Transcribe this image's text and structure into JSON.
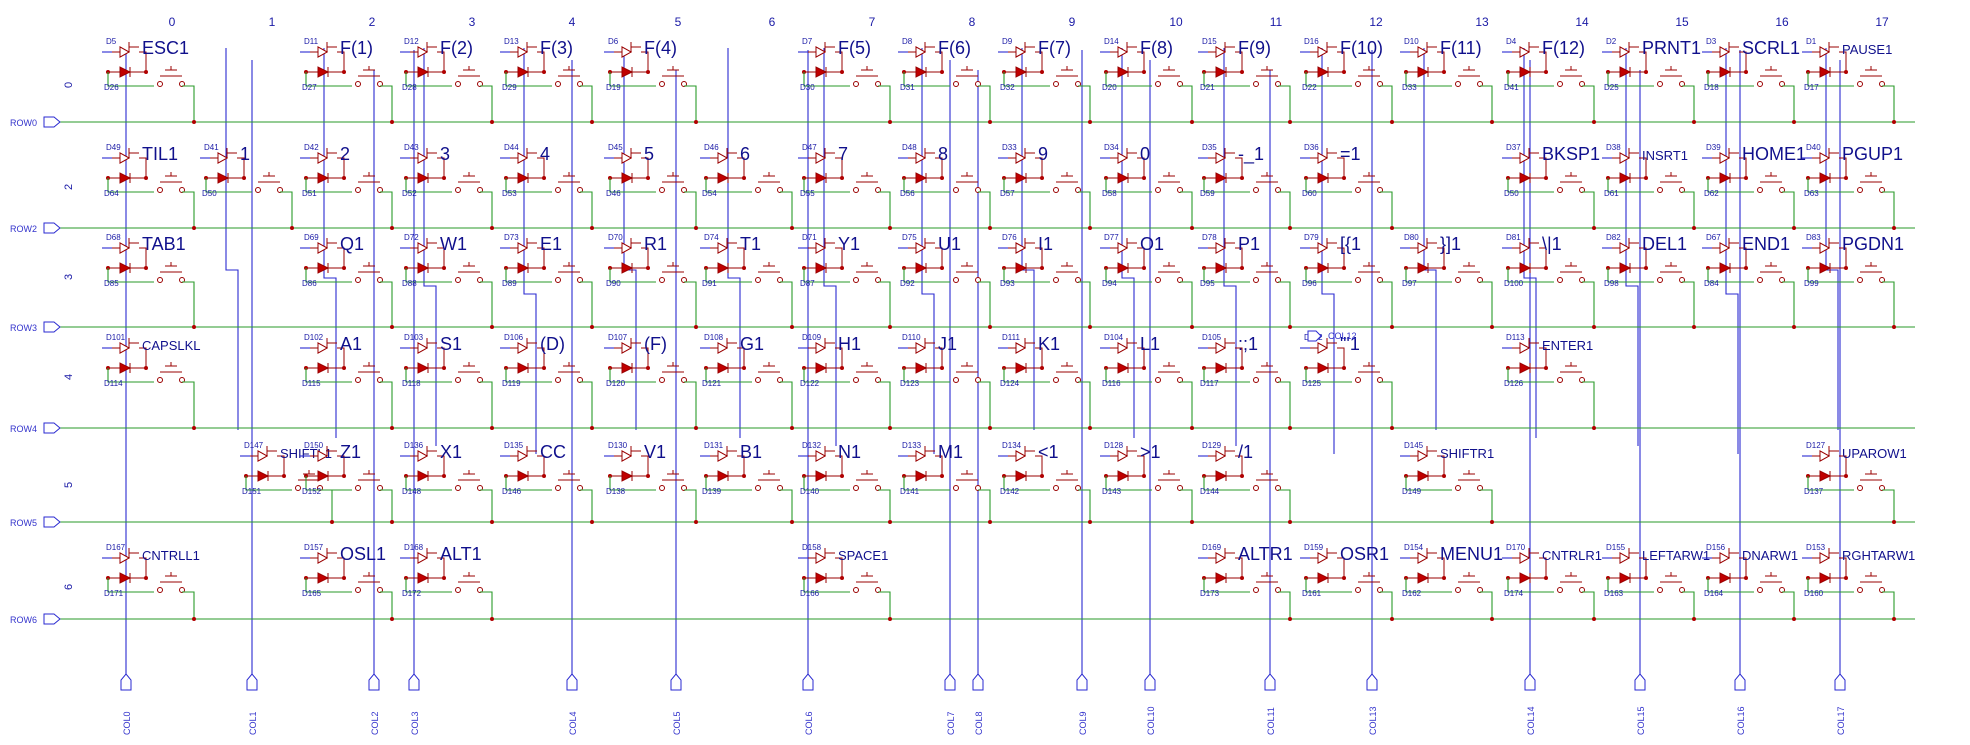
{
  "col_numbers": [
    "0",
    "1",
    "2",
    "3",
    "4",
    "5",
    "6",
    "7",
    "8",
    "9",
    "10",
    "11",
    "12",
    "13",
    "14",
    "15",
    "16",
    "17"
  ],
  "row_numbers": [
    "0",
    "2",
    "3",
    "4",
    "5",
    "6"
  ],
  "row_labels": [
    "ROW0",
    "ROW2",
    "ROW3",
    "ROW4",
    "ROW5",
    "ROW6"
  ],
  "col_labels": [
    "COL0",
    "COL1",
    "COL2",
    "COL3",
    "COL4",
    "COL5",
    "COL6",
    "COL7",
    "COL8",
    "COL9",
    "COL10",
    "COL11",
    "COL13",
    "COL14",
    "COL15",
    "COL16",
    "COL17"
  ],
  "col12_label": "COL12",
  "colors": {
    "row_wire": "#2a9a2a",
    "col_wire": "#2a2ad0",
    "component": "#9a0000",
    "label": "#1a1aa6"
  },
  "keys": [
    {
      "r": 0,
      "c": 0,
      "label": "ESC1",
      "d1": "D5",
      "d2": "D26"
    },
    {
      "r": 0,
      "c": 2,
      "label": "F(1)",
      "d1": "D11",
      "d2": "D27"
    },
    {
      "r": 0,
      "c": 3,
      "label": "F(2)",
      "d1": "D12",
      "d2": "D28"
    },
    {
      "r": 0,
      "c": 4,
      "label": "F(3)",
      "d1": "D13",
      "d2": "D29"
    },
    {
      "r": 0,
      "c": 5,
      "label": "F(4)",
      "d1": "D6",
      "d2": "D19"
    },
    {
      "r": 0,
      "c": 7,
      "label": "F(5)",
      "d1": "D7",
      "d2": "D30"
    },
    {
      "r": 0,
      "c": 8,
      "label": "F(6)",
      "d1": "D8",
      "d2": "D31"
    },
    {
      "r": 0,
      "c": 9,
      "label": "F(7)",
      "d1": "D9",
      "d2": "D32"
    },
    {
      "r": 0,
      "c": 10,
      "label": "F(8)",
      "d1": "D14",
      "d2": "D20"
    },
    {
      "r": 0,
      "c": 11,
      "label": "F(9)",
      "d1": "D15",
      "d2": "D21"
    },
    {
      "r": 0,
      "c": 12,
      "label": "F(10)",
      "d1": "D16",
      "d2": "D22"
    },
    {
      "r": 0,
      "c": 13,
      "label": "F(11)",
      "d1": "D10",
      "d2": "D33"
    },
    {
      "r": 0,
      "c": 14,
      "label": "F(12)",
      "d1": "D4",
      "d2": "D41"
    },
    {
      "r": 0,
      "c": 15,
      "label": "PRNT1",
      "d1": "D2",
      "d2": "D25"
    },
    {
      "r": 0,
      "c": 16,
      "label": "SCRL1",
      "d1": "D3",
      "d2": "D18"
    },
    {
      "r": 0,
      "c": 17,
      "label": "PAUSE1",
      "d1": "D1",
      "d2": "D17"
    },
    {
      "r": 1,
      "c": 0,
      "label": "TIL1",
      "d1": "D49",
      "d2": "D64"
    },
    {
      "r": 1,
      "c": 1,
      "label": "1",
      "d1": "D41",
      "d2": "D50"
    },
    {
      "r": 1,
      "c": 2,
      "label": "2",
      "d1": "D42",
      "d2": "D51"
    },
    {
      "r": 1,
      "c": 3,
      "label": "3",
      "d1": "D43",
      "d2": "D52"
    },
    {
      "r": 1,
      "c": 4,
      "label": "4",
      "d1": "D44",
      "d2": "D53"
    },
    {
      "r": 1,
      "c": 5,
      "label": "5",
      "d1": "D45",
      "d2": "D46"
    },
    {
      "r": 1,
      "c": 6,
      "label": "6",
      "d1": "D46",
      "d2": "D54"
    },
    {
      "r": 1,
      "c": 7,
      "label": "7",
      "d1": "D47",
      "d2": "D55"
    },
    {
      "r": 1,
      "c": 8,
      "label": "8",
      "d1": "D48",
      "d2": "D56"
    },
    {
      "r": 1,
      "c": 9,
      "label": "9",
      "d1": "D33",
      "d2": "D57"
    },
    {
      "r": 1,
      "c": 10,
      "label": "0",
      "d1": "D34",
      "d2": "D58"
    },
    {
      "r": 1,
      "c": 11,
      "label": "-_1",
      "d1": "D35",
      "d2": "D59"
    },
    {
      "r": 1,
      "c": 12,
      "label": "=1",
      "d1": "D36",
      "d2": "D60"
    },
    {
      "r": 1,
      "c": 14,
      "label": "BKSP1",
      "d1": "D37",
      "d2": "D50"
    },
    {
      "r": 1,
      "c": 15,
      "label": "INSRT1",
      "d1": "D38",
      "d2": "D61"
    },
    {
      "r": 1,
      "c": 16,
      "label": "HOME1",
      "d1": "D39",
      "d2": "D62"
    },
    {
      "r": 1,
      "c": 17,
      "label": "PGUP1",
      "d1": "D40",
      "d2": "D63"
    },
    {
      "r": 2,
      "c": 0,
      "label": "TAB1",
      "d1": "D68",
      "d2": "D85"
    },
    {
      "r": 2,
      "c": 2,
      "label": "Q1",
      "d1": "D69",
      "d2": "D86"
    },
    {
      "r": 2,
      "c": 3,
      "label": "W1",
      "d1": "D72",
      "d2": "D88"
    },
    {
      "r": 2,
      "c": 4,
      "label": "E1",
      "d1": "D73",
      "d2": "D89"
    },
    {
      "r": 2,
      "c": 5,
      "label": "R1",
      "d1": "D70",
      "d2": "D90"
    },
    {
      "r": 2,
      "c": 6,
      "label": "T1",
      "d1": "D74",
      "d2": "D91"
    },
    {
      "r": 2,
      "c": 7,
      "label": "Y1",
      "d1": "D71",
      "d2": "D87"
    },
    {
      "r": 2,
      "c": 8,
      "label": "U1",
      "d1": "D75",
      "d2": "D92"
    },
    {
      "r": 2,
      "c": 9,
      "label": "I1",
      "d1": "D76",
      "d2": "D93"
    },
    {
      "r": 2,
      "c": 10,
      "label": "O1",
      "d1": "D77",
      "d2": "D94"
    },
    {
      "r": 2,
      "c": 11,
      "label": "P1",
      "d1": "D78",
      "d2": "D95"
    },
    {
      "r": 2,
      "c": 12,
      "label": "[{1",
      "d1": "D79",
      "d2": "D96"
    },
    {
      "r": 2,
      "c": 13,
      "label": "}]1",
      "d1": "D80",
      "d2": "D97"
    },
    {
      "r": 2,
      "c": 14,
      "label": "\\|1",
      "d1": "D81",
      "d2": "D100"
    },
    {
      "r": 2,
      "c": 15,
      "label": "DEL1",
      "d1": "D82",
      "d2": "D98"
    },
    {
      "r": 2,
      "c": 16,
      "label": "END1",
      "d1": "D67",
      "d2": "D84"
    },
    {
      "r": 2,
      "c": 17,
      "label": "PGDN1",
      "d1": "D83",
      "d2": "D99"
    },
    {
      "r": 3,
      "c": 0,
      "label": "CAPSLKL",
      "d1": "D101",
      "d2": "D114"
    },
    {
      "r": 3,
      "c": 2,
      "label": "A1",
      "d1": "D102",
      "d2": "D115"
    },
    {
      "r": 3,
      "c": 3,
      "label": "S1",
      "d1": "D103",
      "d2": "D118"
    },
    {
      "r": 3,
      "c": 4,
      "label": "(D)",
      "d1": "D106",
      "d2": "D119"
    },
    {
      "r": 3,
      "c": 5,
      "label": "(F)",
      "d1": "D107",
      "d2": "D120"
    },
    {
      "r": 3,
      "c": 6,
      "label": "G1",
      "d1": "D108",
      "d2": "D121"
    },
    {
      "r": 3,
      "c": 7,
      "label": "H1",
      "d1": "D109",
      "d2": "D122"
    },
    {
      "r": 3,
      "c": 8,
      "label": "J1",
      "d1": "D110",
      "d2": "D123"
    },
    {
      "r": 3,
      "c": 9,
      "label": "K1",
      "d1": "D111",
      "d2": "D124"
    },
    {
      "r": 3,
      "c": 10,
      "label": "L1",
      "d1": "D104",
      "d2": "D116"
    },
    {
      "r": 3,
      "c": 11,
      "label": ":;1",
      "d1": "D105",
      "d2": "D117"
    },
    {
      "r": 3,
      "c": 12,
      "label": "\"'1",
      "d1": "D112",
      "d2": "D125"
    },
    {
      "r": 3,
      "c": 14,
      "label": "ENTER1",
      "d1": "D113",
      "d2": "D126"
    },
    {
      "r": 4,
      "c": 1,
      "label": "SHIFTL1",
      "d1": "D147",
      "d2": "D151"
    },
    {
      "r": 4,
      "c": 2,
      "label": "Z1",
      "d1": "D150",
      "d2": "D152"
    },
    {
      "r": 4,
      "c": 3,
      "label": "X1",
      "d1": "D136",
      "d2": "D148"
    },
    {
      "r": 4,
      "c": 4,
      "label": "CC",
      "d1": "D135",
      "d2": "D146"
    },
    {
      "r": 4,
      "c": 5,
      "label": "V1",
      "d1": "D130",
      "d2": "D138"
    },
    {
      "r": 4,
      "c": 6,
      "label": "B1",
      "d1": "D131",
      "d2": "D139"
    },
    {
      "r": 4,
      "c": 7,
      "label": "N1",
      "d1": "D132",
      "d2": "D140"
    },
    {
      "r": 4,
      "c": 8,
      "label": "M1",
      "d1": "D133",
      "d2": "D141"
    },
    {
      "r": 4,
      "c": 9,
      "label": "<1",
      "d1": "D134",
      "d2": "D142"
    },
    {
      "r": 4,
      "c": 10,
      "label": ">1",
      "d1": "D128",
      "d2": "D143"
    },
    {
      "r": 4,
      "c": 11,
      "label": "/1",
      "d1": "D129",
      "d2": "D144"
    },
    {
      "r": 4,
      "c": 13,
      "label": "SHIFTR1",
      "d1": "D145",
      "d2": "D149"
    },
    {
      "r": 4,
      "c": 17,
      "label": "UPAROW1",
      "d1": "D127",
      "d2": "D137"
    },
    {
      "r": 5,
      "c": 0,
      "label": "CNTRLL1",
      "d1": "D167",
      "d2": "D171"
    },
    {
      "r": 5,
      "c": 2,
      "label": "OSL1",
      "d1": "D157",
      "d2": "D165"
    },
    {
      "r": 5,
      "c": 3,
      "label": "ALT1",
      "d1": "D168",
      "d2": "D172"
    },
    {
      "r": 5,
      "c": 7,
      "label": "SPACE1",
      "d1": "D158",
      "d2": "D166"
    },
    {
      "r": 5,
      "c": 11,
      "label": "ALTR1",
      "d1": "D169",
      "d2": "D173"
    },
    {
      "r": 5,
      "c": 12,
      "label": "OSR1",
      "d1": "D159",
      "d2": "D161"
    },
    {
      "r": 5,
      "c": 13,
      "label": "MENU1",
      "d1": "D154",
      "d2": "D162"
    },
    {
      "r": 5,
      "c": 14,
      "label": "CNTRLR1",
      "d1": "D170",
      "d2": "D174"
    },
    {
      "r": 5,
      "c": 15,
      "label": "LEFTARW1",
      "d1": "D155",
      "d2": "D163"
    },
    {
      "r": 5,
      "c": 16,
      "label": "DNARW1",
      "d1": "D156",
      "d2": "D164"
    },
    {
      "r": 5,
      "c": 17,
      "label": "RGHTARW1",
      "d1": "D153",
      "d2": "D160"
    }
  ]
}
